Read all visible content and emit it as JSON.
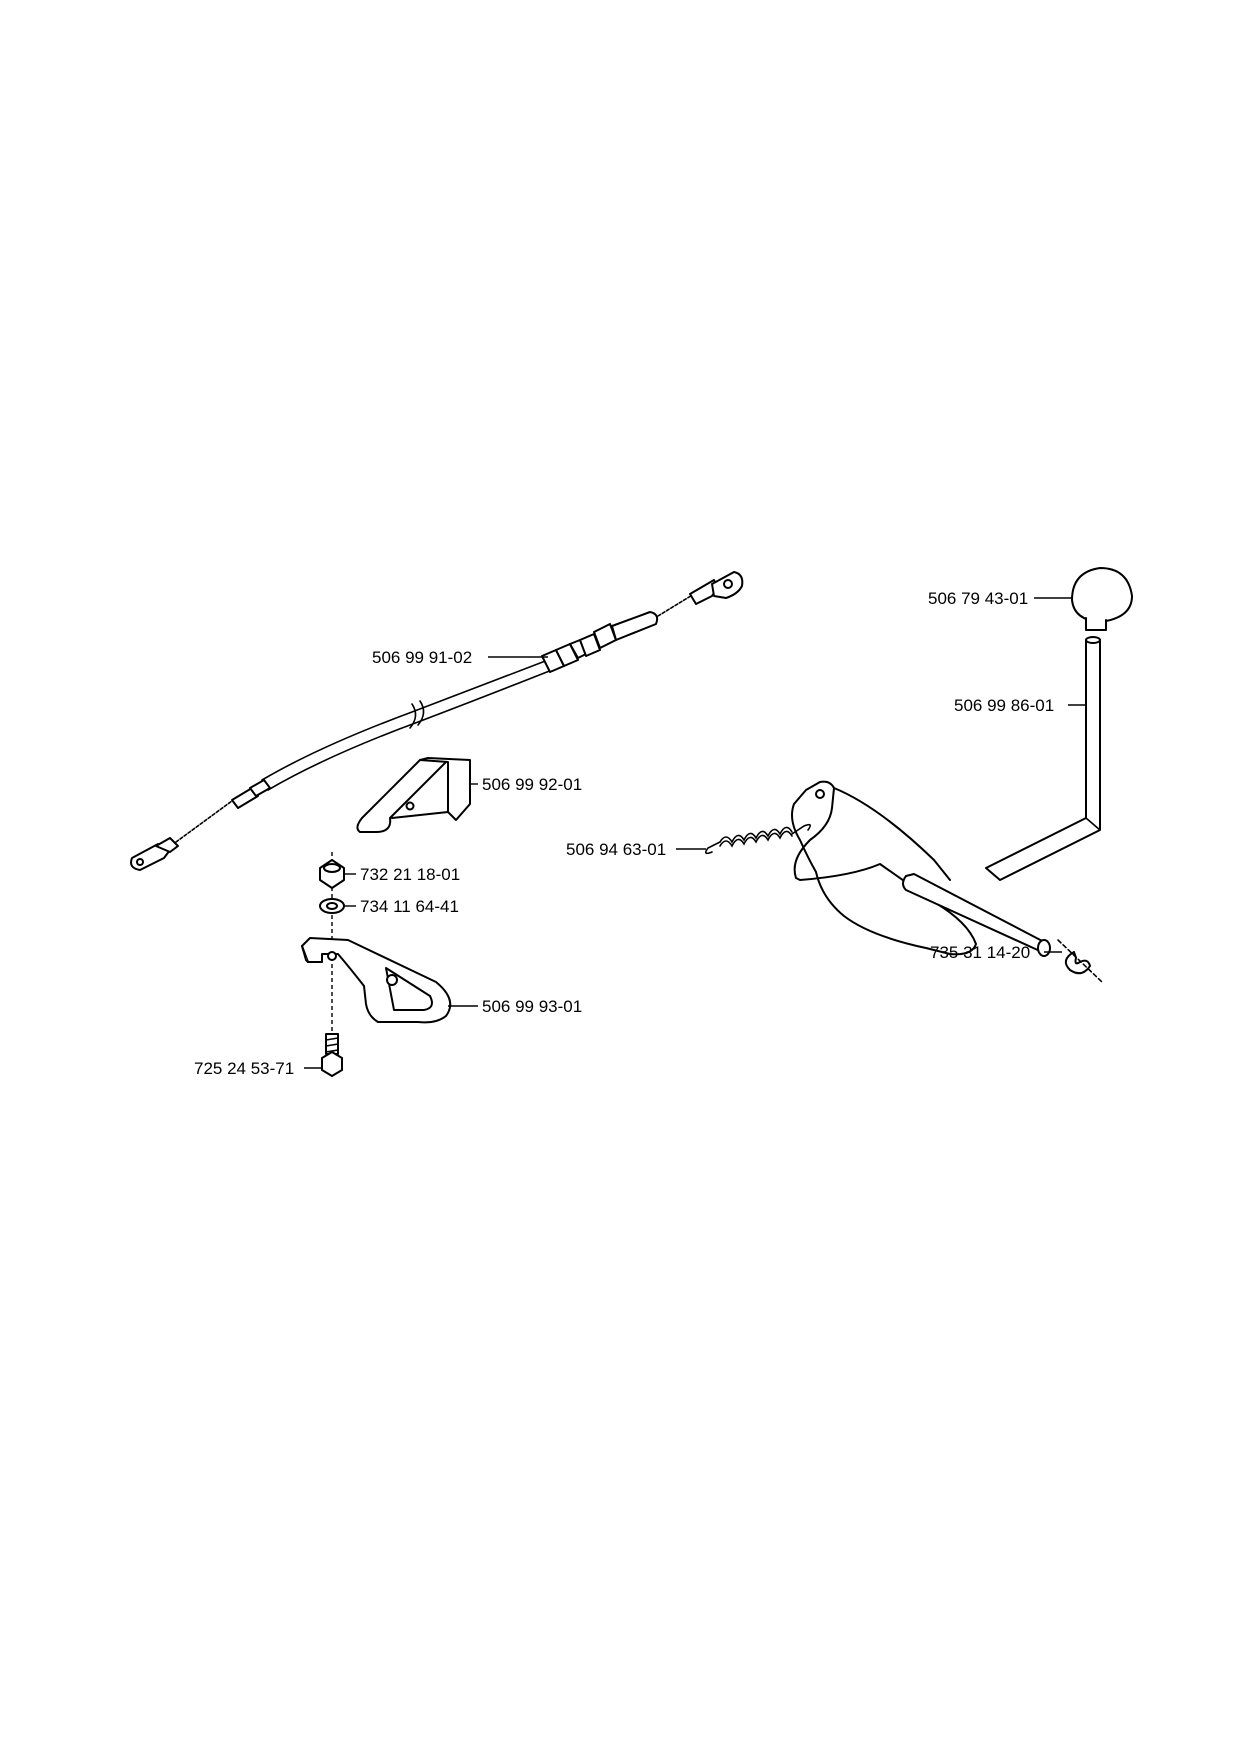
{
  "parts": [
    {
      "id": "cable",
      "number": "506 99 91-02",
      "icon": "control-cable"
    },
    {
      "id": "bracket",
      "number": "506 99 92-01",
      "icon": "angle-bracket"
    },
    {
      "id": "lock-nut",
      "number": "732 21 18-01",
      "icon": "hex-nut"
    },
    {
      "id": "washer",
      "number": "734 11 64-41",
      "icon": "flat-washer"
    },
    {
      "id": "lever-plate",
      "number": "506 99 93-01",
      "icon": "lever-plate"
    },
    {
      "id": "screw",
      "number": "725 24 53-71",
      "icon": "hex-screw"
    },
    {
      "id": "knob",
      "number": "506 79 43-01",
      "icon": "knob"
    },
    {
      "id": "control-rod",
      "number": "506 99 86-01",
      "icon": "bent-rod"
    },
    {
      "id": "spring",
      "number": "506 94 63-01",
      "icon": "tension-spring"
    },
    {
      "id": "circlip",
      "number": "735 31 14-20",
      "icon": "circlip"
    }
  ]
}
